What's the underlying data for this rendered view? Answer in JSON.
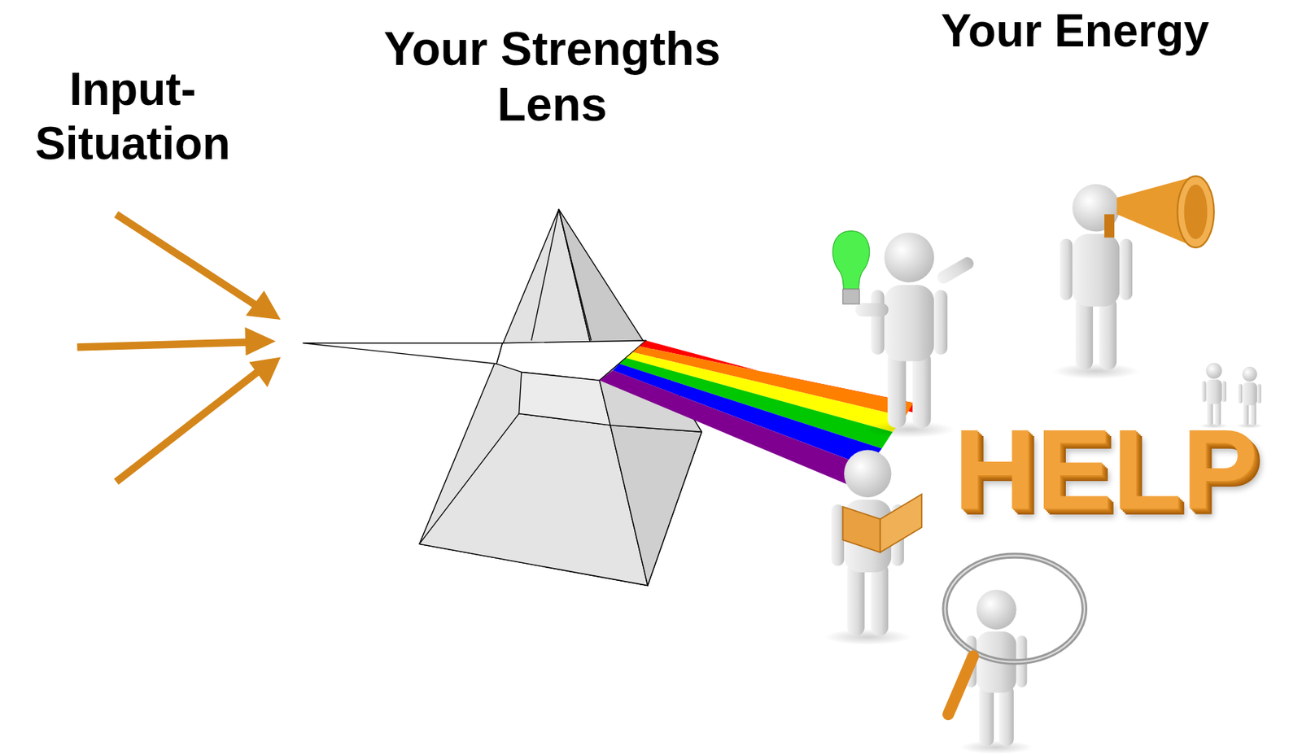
{
  "diagram": {
    "labels": [
      "Input- Situation",
      "Your Strengths Lens",
      "Your Energy",
      "HELP"
    ]
  }
}
